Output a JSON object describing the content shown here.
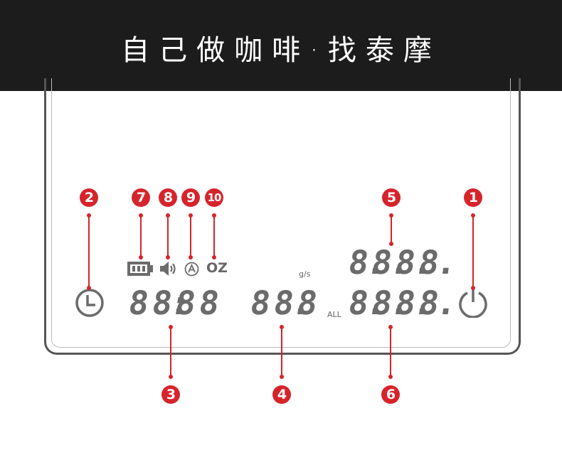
{
  "header": {
    "title": "自己做咖啡·找泰摩"
  },
  "callouts": [
    "1",
    "2",
    "3",
    "4",
    "5",
    "6",
    "7",
    "8",
    "9",
    "10"
  ],
  "display": {
    "timer": "88:88",
    "flow_rate": "88.8",
    "flow_unit": "g/s",
    "weight_top": "8.8.8.8.",
    "weight_bottom": "8.8.8.8.",
    "total_label": "ALL",
    "unit_oz": "OZ"
  },
  "icons": [
    "clock-icon",
    "battery-icon",
    "speaker-icon",
    "auto-icon",
    "power-icon"
  ],
  "colors": {
    "accent": "#d6242b",
    "lcd": "#6b6b6b",
    "header": "#1c1c1c"
  }
}
